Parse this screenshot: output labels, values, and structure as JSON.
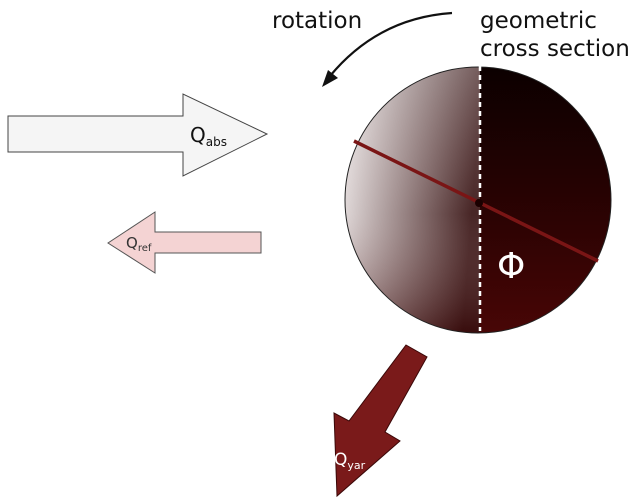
{
  "labels": {
    "rotation": "rotation",
    "cross_section_line1": "geometric",
    "cross_section_line2": "cross section",
    "phi": "Φ"
  },
  "arrows": {
    "absorbed": {
      "main": "Q",
      "sub": "abs",
      "fill": "#f5f5f5",
      "text_color": "#111111"
    },
    "reflected": {
      "main": "Q",
      "sub": "ref",
      "fill": "#f4d3d3",
      "text_color": "#333333"
    },
    "yarkovsky": {
      "main": "Q",
      "sub": "yar",
      "fill": "#7a1a1a",
      "text_color": "#ffffff"
    }
  },
  "colors": {
    "body_dark": "#3a0303",
    "body_highlight": "#f3f3f3",
    "spin_axis": "#7a1515",
    "cross_section_line": "#ffffff",
    "stroke": "#333333"
  },
  "icons": {
    "rotation": "curved-arrow-icon"
  }
}
